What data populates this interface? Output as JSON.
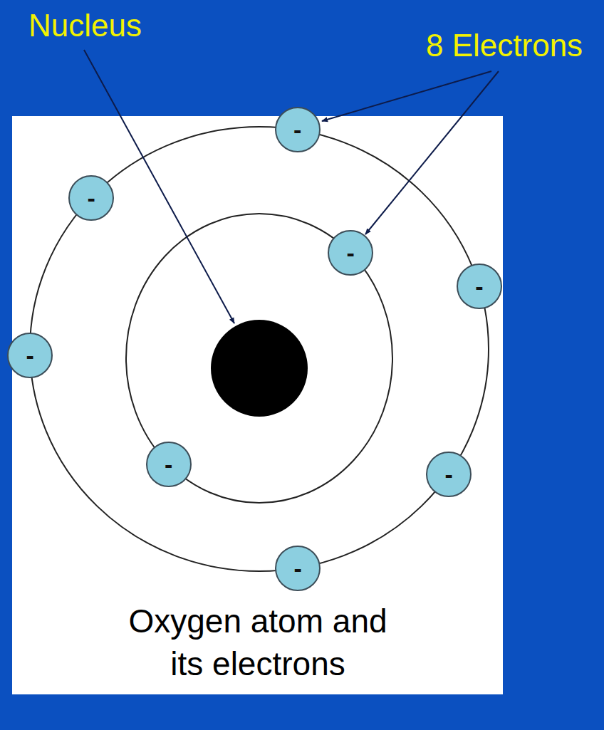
{
  "diagram": {
    "caption": "Oxygen atom and its electrons",
    "nodes": [
      {
        "text": [
          "-"
        ]
      },
      {
        "text": [
          "-"
        ]
      },
      {
        "text": [
          "-"
        ]
      },
      {
        "text": [
          "-"
        ]
      },
      {
        "text": [
          "-"
        ]
      },
      {
        "text": [
          "-"
        ]
      },
      {
        "text": [
          "-"
        ]
      },
      {
        "text": [
          "-"
        ]
      }
    ],
    "labels": [
      "Nucleus",
      "8 Electrons"
    ]
  }
}
